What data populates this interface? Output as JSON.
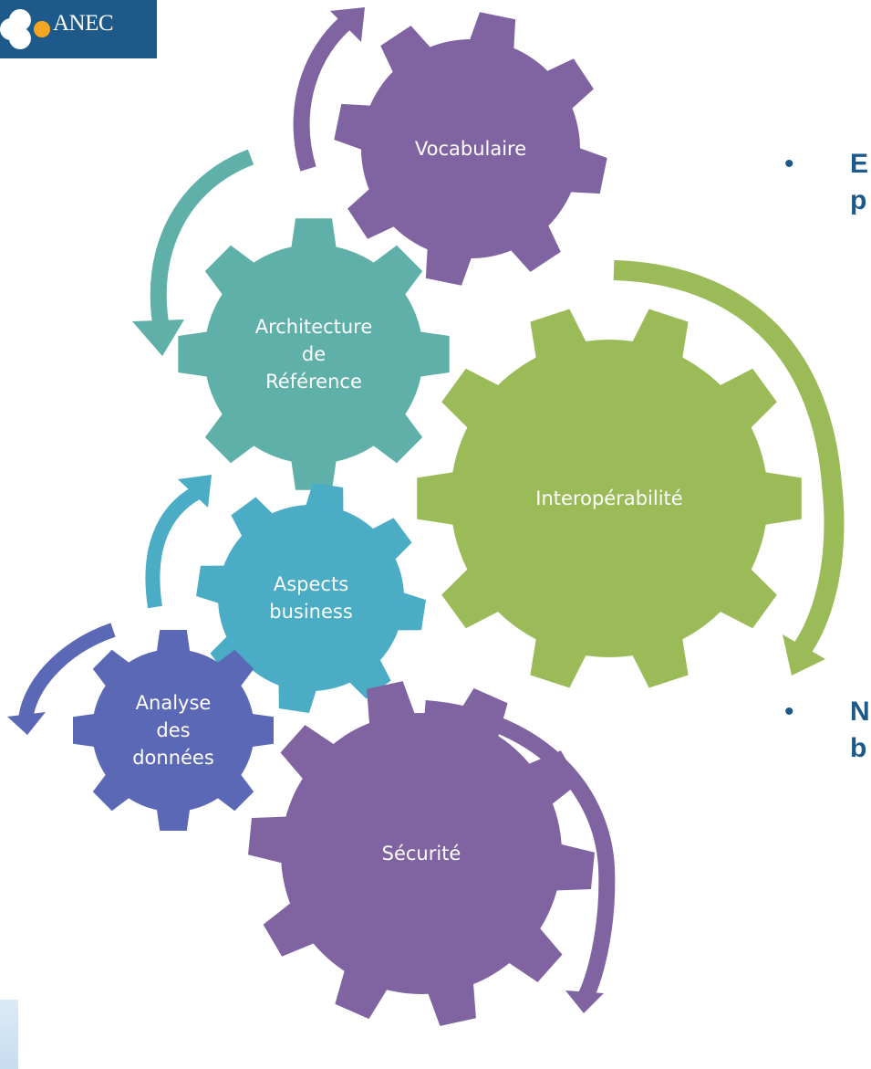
{
  "logo": {
    "text": "ANEC"
  },
  "gears": [
    {
      "id": "vocabulaire",
      "lines": [
        "Vocabulaire"
      ],
      "color": "#8064a2"
    },
    {
      "id": "architecture",
      "lines": [
        "Architecture",
        "de",
        "Référence"
      ],
      "color": "#5fb0a8"
    },
    {
      "id": "interop",
      "lines": [
        "Interopérabilité"
      ],
      "color": "#9bbb59"
    },
    {
      "id": "business",
      "lines": [
        "Aspects",
        "business"
      ],
      "color": "#4bacc6"
    },
    {
      "id": "analyse",
      "lines": [
        "Analyse",
        "des",
        "données"
      ],
      "color": "#5b68b5"
    },
    {
      "id": "securite",
      "lines": [
        "Sécurité"
      ],
      "color": "#8064a2"
    }
  ],
  "bullets": [
    {
      "marker": "•",
      "line1": "E",
      "line2": "p"
    },
    {
      "marker": "•",
      "line1": "N",
      "line2": "b"
    }
  ]
}
